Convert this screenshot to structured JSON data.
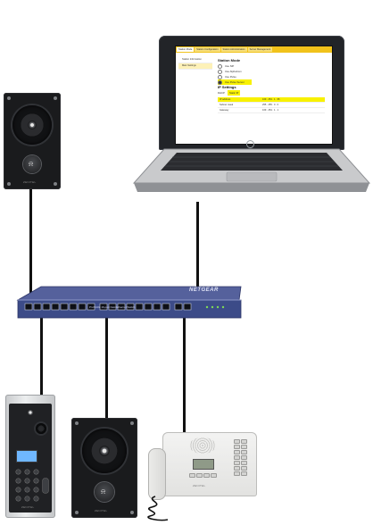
{
  "laptop": {
    "brand_icon": "hp-logo",
    "screen": {
      "tabs": [
        "Station Mode",
        "Station Configuration",
        "Station Administration",
        "Server Management"
      ],
      "sidebar": [
        "Station Information",
        "Main Settings"
      ],
      "heading_mode": "Station Mode",
      "modes": [
        "Use SIP",
        "Use AlphaCom",
        "Use Pulse",
        "Use Pulse Server"
      ],
      "heading_ip": "IP Settings",
      "dhcp_label": "DHCP",
      "dhcp_value": "Static IP",
      "ip_rows": [
        {
          "label": "IP address",
          "value": "169 . 254 . 1 . 95"
        },
        {
          "label": "Subnet mask",
          "value": "255 . 255 . 0 . 0"
        },
        {
          "label": "Gateway",
          "value": "169 . 254 . 1 . 1"
        }
      ]
    }
  },
  "switch": {
    "brand": "NETGEAR",
    "model": "ProSAFE 16-port Fast Ethernet Switch",
    "port_count": 16
  },
  "devices": {
    "top_station_brand": "ZENITEL",
    "bottom_station_brand": "ZENITEL",
    "keypad_brand": "ZENITEL",
    "master_brand": "ZENITEL"
  },
  "colors": {
    "ui_accent": "#f1c21b",
    "highlight": "#f8f100",
    "switch_body": "#3c4b88",
    "cable": "#111111"
  }
}
